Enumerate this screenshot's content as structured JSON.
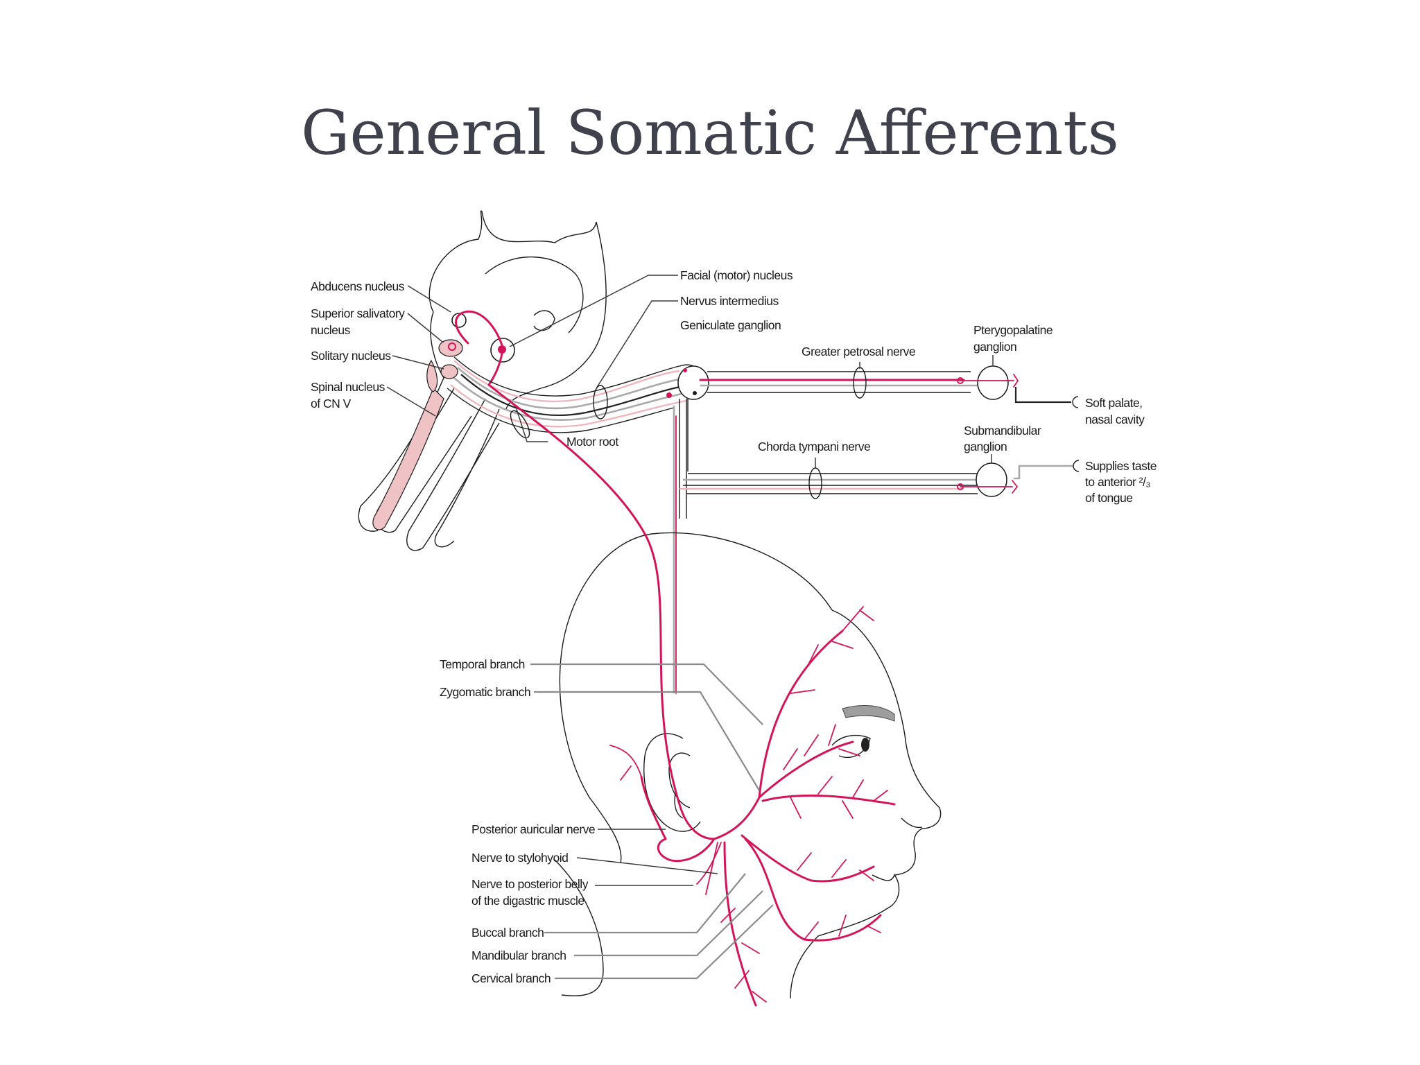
{
  "title": "General Somatic Afferents",
  "labels": {
    "abducens_nucleus": "Abducens nucleus",
    "superior_salivatory_1": "Superior salivatory",
    "superior_salivatory_2": "nucleus",
    "solitary_nucleus": "Solitary nucleus",
    "spinal_nucleus_1": "Spinal nucleus",
    "spinal_nucleus_2": "of CN V",
    "facial_motor_nucleus": "Facial (motor) nucleus",
    "nervus_intermedius": "Nervus intermedius",
    "geniculate_ganglion": "Geniculate ganglion",
    "greater_petrosal_nerve": "Greater petrosal nerve",
    "pterygopalatine_1": "Pterygopalatine",
    "pterygopalatine_2": "ganglion",
    "soft_palate_1": "Soft palate,",
    "soft_palate_2": "nasal cavity",
    "motor_root": "Motor root",
    "chorda_tympani": "Chorda tympani nerve",
    "submandibular_1": "Submandibular",
    "submandibular_2": "ganglion",
    "taste_1": "Supplies taste",
    "taste_2": "to anterior ²/₃",
    "taste_3": "of tongue",
    "temporal_branch": "Temporal branch",
    "zygomatic_branch": "Zygomatic branch",
    "posterior_auricular": "Posterior auricular nerve",
    "stylohyoid": "Nerve to stylohyoid",
    "digastric_1": "Nerve to posterior belly",
    "digastric_2": "of the digastric muscle",
    "buccal_branch": "Buccal branch",
    "mandibular_branch": "Mandibular branch",
    "cervical_branch": "Cervical branch"
  },
  "colors": {
    "nerve": "#d4145a",
    "sensory": "#eeb6bd",
    "title": "#3f414d"
  }
}
